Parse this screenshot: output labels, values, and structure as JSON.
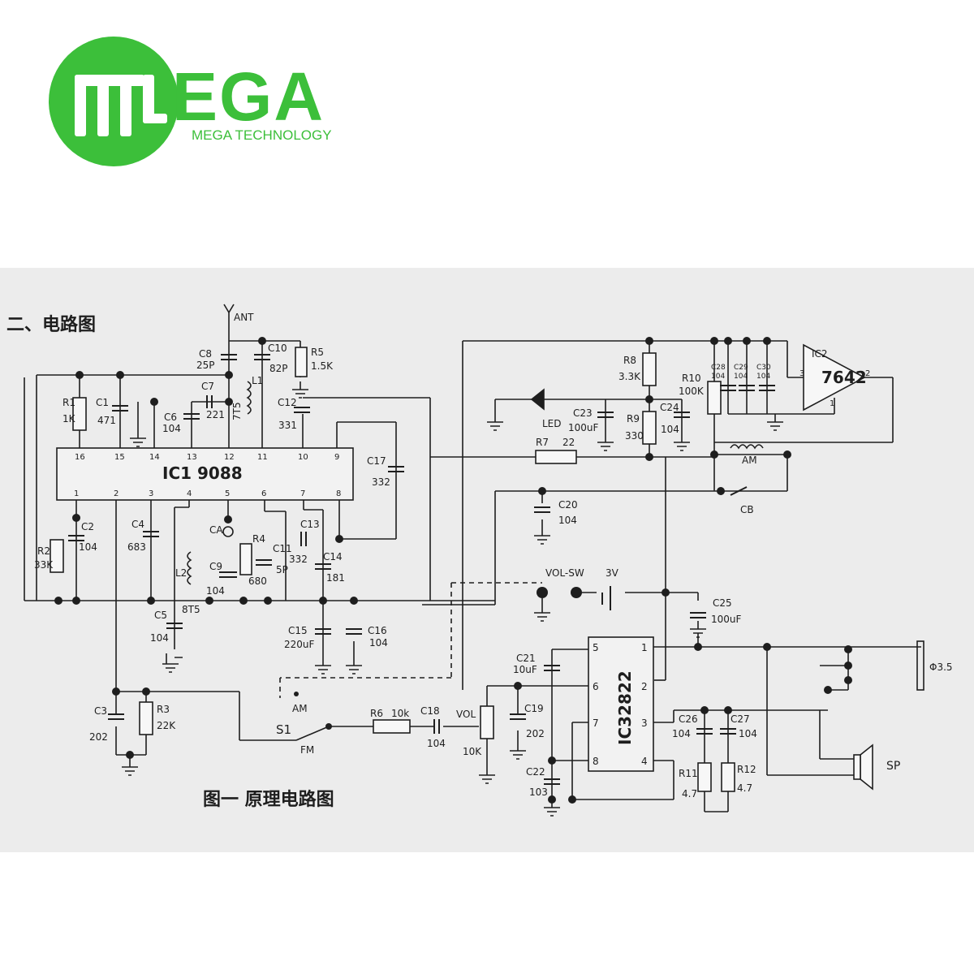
{
  "logo": {
    "wordmark": "EGA",
    "tagline": "MEGA TECHNOLOGY",
    "color": "#3cbf3a"
  },
  "section_heading": "二、电路图",
  "figure_caption": "图一  原理电路图",
  "ic1": {
    "label": "IC1  9088",
    "pins_top": [
      "16",
      "15",
      "14",
      "13",
      "12",
      "11",
      "10",
      "9"
    ],
    "pins_bottom": [
      "1",
      "2",
      "3",
      "4",
      "5",
      "6",
      "7",
      "8"
    ]
  },
  "ic2": {
    "name": "IC2",
    "part": "7642",
    "pin1": "1",
    "pin2": "2",
    "pin3": "3"
  },
  "ic3": {
    "label": "IC32822",
    "pins_left": [
      "5",
      "6",
      "7",
      "8"
    ],
    "pins_right": [
      "1",
      "2",
      "3",
      "4"
    ]
  },
  "labels": {
    "ant": "ANT",
    "c8": "C8",
    "c8_val": "25P",
    "c10": "C10",
    "c10_val": "82P",
    "r5": "R5",
    "r5_val": "1.5K",
    "c7": "C7",
    "c7_val": "221",
    "l1": "L1",
    "l1_val": "7T5",
    "c12": "C12",
    "c12_val": "331",
    "r1": "R1",
    "r1_val": "1K",
    "c1": "C1",
    "c1_val": "471",
    "c6": "C6",
    "c6_val": "104",
    "c17": "C17",
    "c17_val": "332",
    "r2": "R2",
    "r2_val": "33K",
    "c2": "C2",
    "c2_val": "104",
    "c4": "C4",
    "c4_val": "683",
    "ca": "CA",
    "r4": "R4",
    "r4_val": "680",
    "c9": "C9",
    "c9_val": "104",
    "c11": "C11",
    "c11_val": "5P",
    "c13": "C13",
    "c13_val": "332",
    "c14": "C14",
    "c14_val": "181",
    "l2": "L2",
    "l2_val": "8T5",
    "c5": "C5",
    "c5_val": "104",
    "c15": "C15",
    "c15_val": "220uF",
    "c16": "C16",
    "c16_val": "104",
    "r8": "R8",
    "r8_val": "3.3K",
    "led": "LED",
    "c23": "C23",
    "c23_val": "100uF",
    "r9": "R9",
    "r9_val": "330",
    "c24": "C24",
    "c24_val": "104",
    "r10": "R10",
    "r10_val": "100K",
    "c28": "C28",
    "c28_val": "104",
    "c29": "C29",
    "c29_val": "104",
    "c30": "C30",
    "c30_val": "104",
    "r7": "R7",
    "r7_val": "22",
    "am_coil": "AM",
    "cb": "CB",
    "c20": "C20",
    "c20_val": "104",
    "volsw": "VOL-SW",
    "batt": "3V",
    "c25": "C25",
    "c25_val": "100uF",
    "c3": "C3",
    "c3_val": "202",
    "r3": "R3",
    "r3_val": "22K",
    "s1": "S1",
    "s1_am": "AM",
    "s1_fm": "FM",
    "r6": "R6",
    "r6_val": "10k",
    "c18": "C18",
    "c18_val": "104",
    "vol": "VOL",
    "vol_val": "10K",
    "c21": "C21",
    "c21_val": "10uF",
    "c19": "C19",
    "c19_val": "202",
    "c22": "C22",
    "c22_val": "103",
    "c26": "C26",
    "c26_val": "104",
    "c27": "C27",
    "c27_val": "104",
    "r11": "R11",
    "r11_val": "4.7",
    "r12": "R12",
    "r12_val": "4.7",
    "jack": "Φ3.5",
    "sp": "SP"
  }
}
